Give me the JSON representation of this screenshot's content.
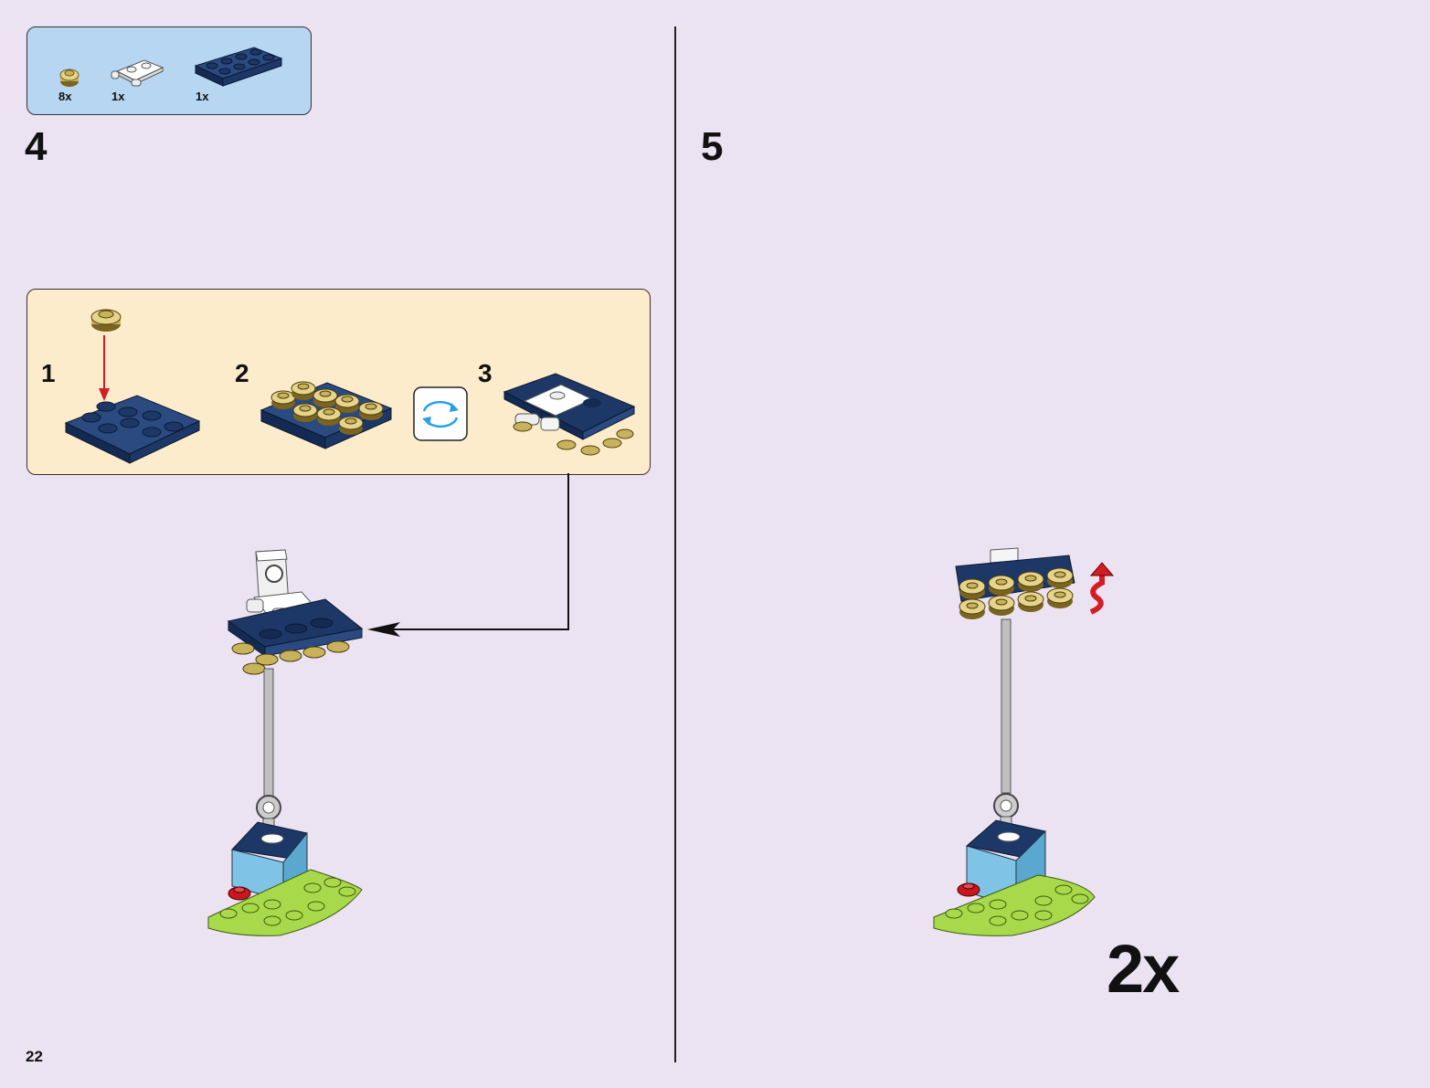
{
  "page": {
    "number": "22"
  },
  "colors": {
    "background": "#ece3f2",
    "parts_box": "#b7d6f2",
    "subassembly_box": "#fdeccb",
    "dark_blue": "#1d3766",
    "gold": "#c9b35a",
    "lime": "#a8d94a",
    "light_blue": "#7fc4e6",
    "red_arrow": "#d41c24",
    "rotate_icon": "#2aa0e6"
  },
  "left": {
    "parts": [
      {
        "name": "gold round plate 1x1",
        "count": "8x",
        "icon": "gold-round-plate-icon"
      },
      {
        "name": "white plate with handles",
        "count": "1x",
        "icon": "white-handle-plate-icon"
      },
      {
        "name": "dark blue plate 2x4",
        "count": "1x",
        "icon": "blue-plate-2x4-icon"
      }
    ],
    "step": "4",
    "substeps": [
      {
        "number": "1"
      },
      {
        "number": "2"
      },
      {
        "number": "3"
      }
    ]
  },
  "right": {
    "step": "5",
    "multiplier": "2x"
  }
}
